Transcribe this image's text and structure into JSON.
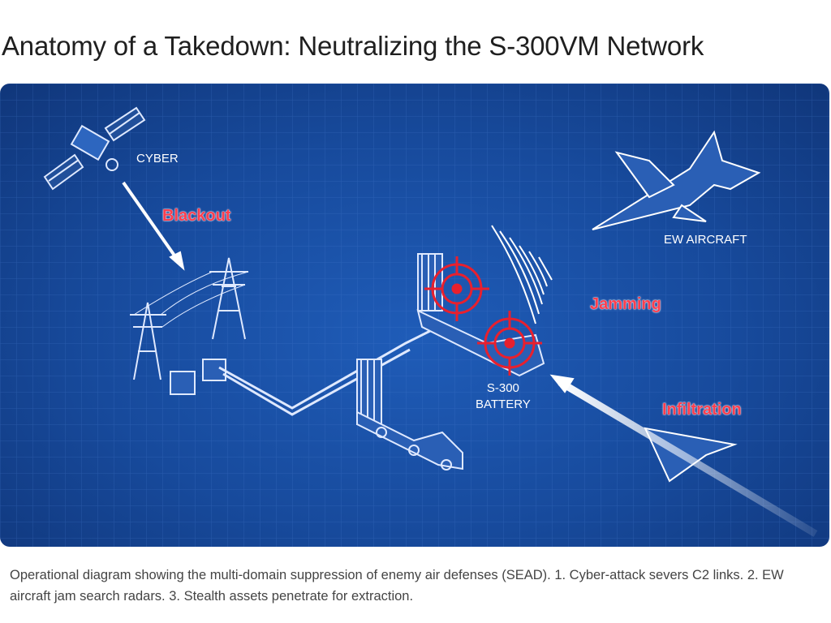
{
  "title": "Anatomy of a Takedown: Neutralizing the S-300VM Network",
  "diagram": {
    "labels": {
      "cyber": "CYBER",
      "ew_aircraft": "EW AIRCRAFT",
      "battery_line1": "S-300",
      "battery_line2": "BATTERY"
    },
    "actions": {
      "blackout": "Blackout",
      "jamming": "Jamming",
      "infiltration": "Infiltration"
    },
    "colors": {
      "background": "#174a9c",
      "action": "#ff3e4e",
      "target": "#e8202e"
    }
  },
  "caption": "Operational diagram showing the multi-domain suppression of enemy air defenses (SEAD). 1. Cyber-attack severs C2 links. 2. EW aircraft jam search radars. 3. Stealth assets penetrate for extraction."
}
